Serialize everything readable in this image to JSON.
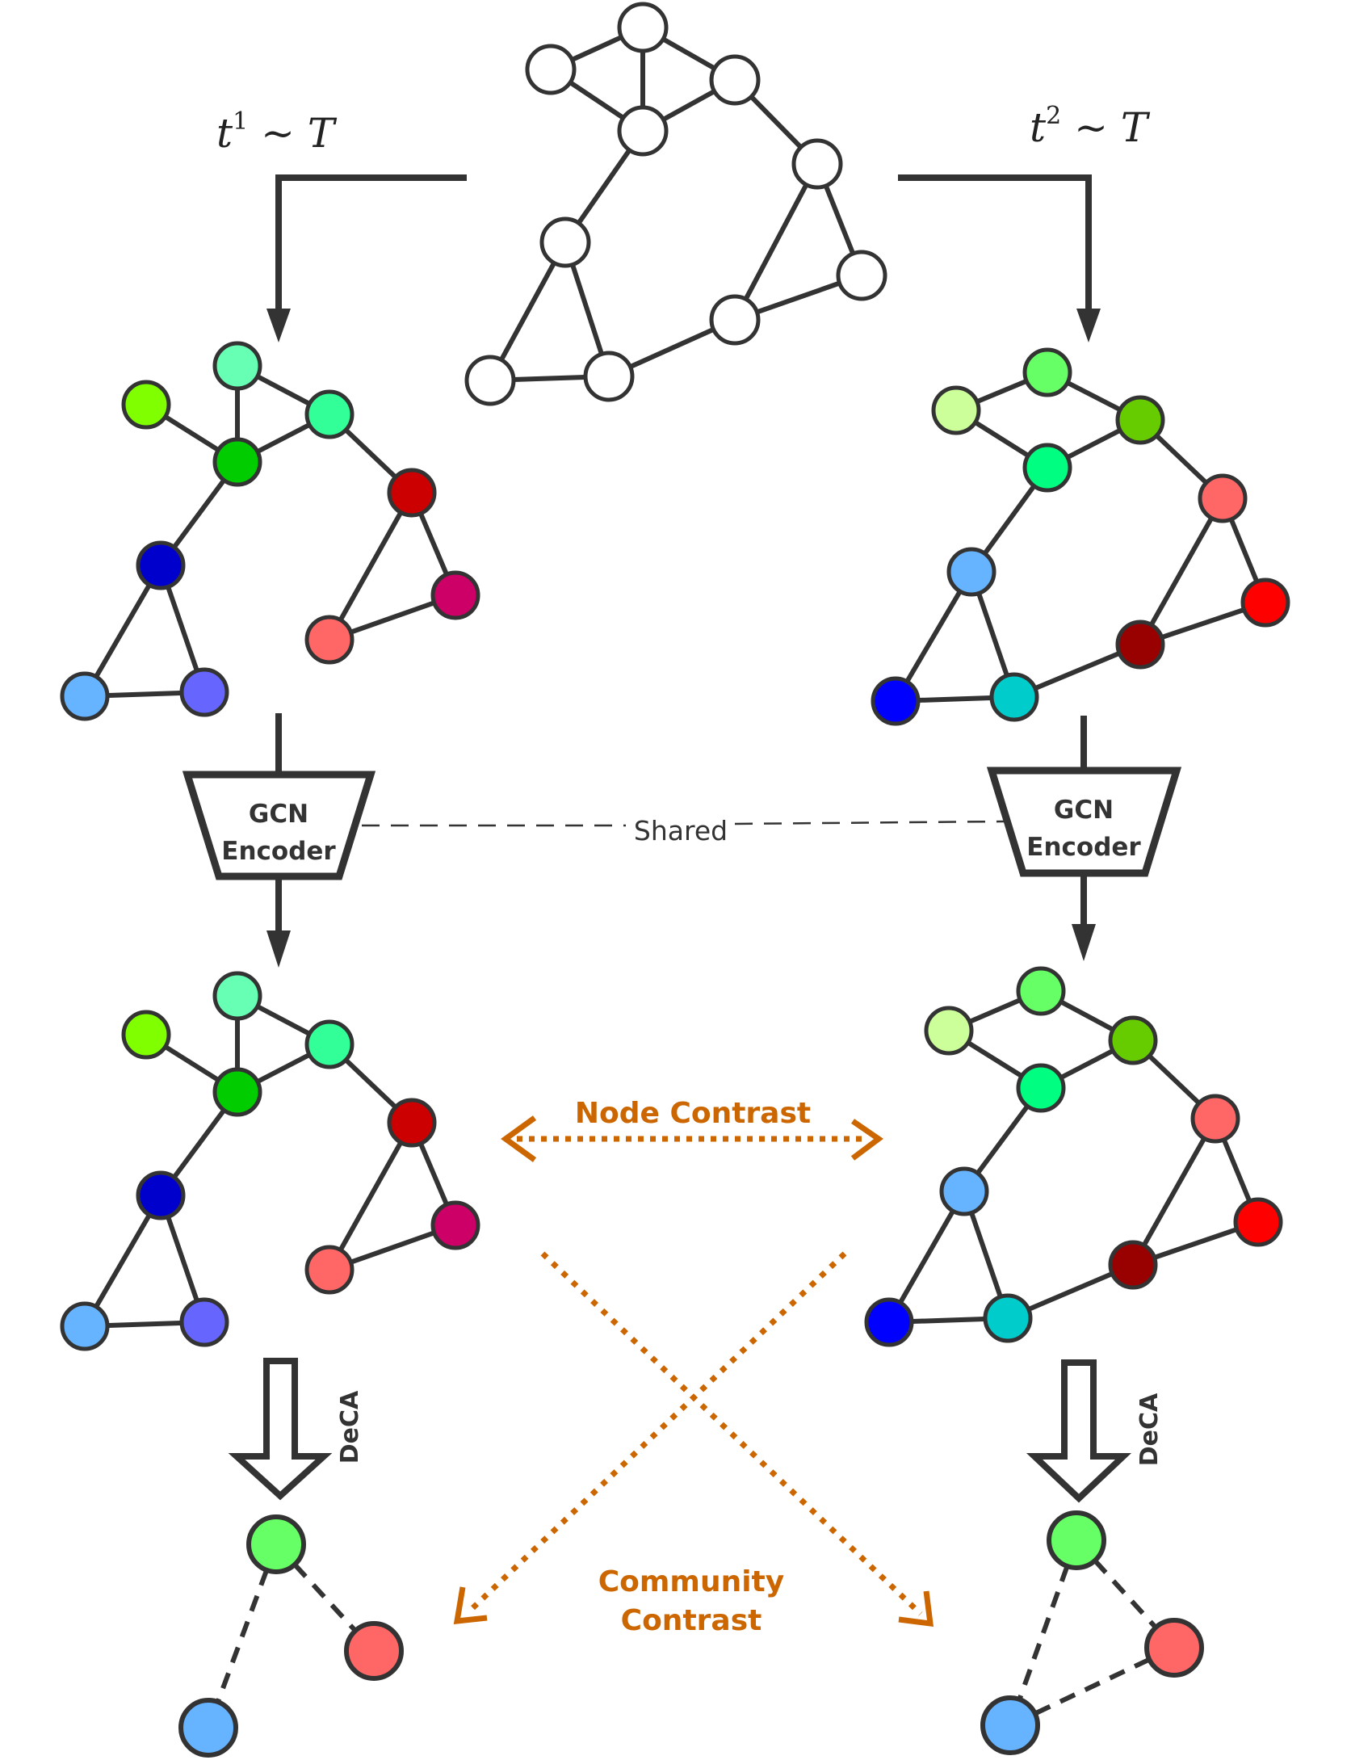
{
  "colors": {
    "stroke": "#333333",
    "contrast": "#CC6600",
    "blank_node": "#FFFFFF"
  },
  "labels": {
    "aug1": {
      "base": "t",
      "sup": "1",
      "rest": " ~ T"
    },
    "aug2": {
      "base": "t",
      "sup": "2",
      "rest": " ~ T"
    },
    "encoder_line1": "GCN",
    "encoder_line2": "Encoder",
    "shared": "Shared",
    "node_contrast": "Node Contrast",
    "community_contrast_line1": "Community",
    "community_contrast_line2": "Contrast",
    "deca": "DeCA"
  },
  "graphs": {
    "original": {
      "nodes": [
        {
          "id": "a",
          "color": "#FFFFFF"
        },
        {
          "id": "b",
          "color": "#FFFFFF"
        },
        {
          "id": "c",
          "color": "#FFFFFF"
        },
        {
          "id": "d",
          "color": "#FFFFFF"
        },
        {
          "id": "e",
          "color": "#FFFFFF"
        },
        {
          "id": "f",
          "color": "#FFFFFF"
        },
        {
          "id": "g",
          "color": "#FFFFFF"
        },
        {
          "id": "h",
          "color": "#FFFFFF"
        },
        {
          "id": "i",
          "color": "#FFFFFF"
        },
        {
          "id": "j",
          "color": "#FFFFFF"
        }
      ],
      "edges": [
        [
          "a",
          "b"
        ],
        [
          "a",
          "c"
        ],
        [
          "a",
          "d"
        ],
        [
          "b",
          "d"
        ],
        [
          "c",
          "d"
        ],
        [
          "c",
          "e"
        ],
        [
          "d",
          "f"
        ],
        [
          "e",
          "g"
        ],
        [
          "e",
          "h"
        ],
        [
          "g",
          "h"
        ],
        [
          "f",
          "i"
        ],
        [
          "f",
          "j"
        ],
        [
          "i",
          "j"
        ],
        [
          "j",
          "h"
        ]
      ]
    },
    "view1": {
      "nodes": [
        {
          "id": "a",
          "color": "#66FFB3"
        },
        {
          "id": "b",
          "color": "#80FF00"
        },
        {
          "id": "c",
          "color": "#33FF99"
        },
        {
          "id": "d",
          "color": "#00CC00"
        },
        {
          "id": "e",
          "color": "#CC0000"
        },
        {
          "id": "f",
          "color": "#0000CC"
        },
        {
          "id": "g",
          "color": "#CC0066"
        },
        {
          "id": "h",
          "color": "#FF6666"
        },
        {
          "id": "i",
          "color": "#66B3FF"
        },
        {
          "id": "j",
          "color": "#6666FF"
        }
      ],
      "edges": [
        [
          "a",
          "c"
        ],
        [
          "a",
          "d"
        ],
        [
          "b",
          "d"
        ],
        [
          "c",
          "d"
        ],
        [
          "c",
          "e"
        ],
        [
          "d",
          "f"
        ],
        [
          "e",
          "g"
        ],
        [
          "e",
          "h"
        ],
        [
          "g",
          "h"
        ],
        [
          "f",
          "i"
        ],
        [
          "f",
          "j"
        ],
        [
          "i",
          "j"
        ]
      ]
    },
    "view2": {
      "nodes": [
        {
          "id": "a",
          "color": "#66FF66"
        },
        {
          "id": "b",
          "color": "#CCFF99"
        },
        {
          "id": "c",
          "color": "#66CC00"
        },
        {
          "id": "d",
          "color": "#00FF80"
        },
        {
          "id": "e",
          "color": "#FF6666"
        },
        {
          "id": "f",
          "color": "#66B3FF"
        },
        {
          "id": "g",
          "color": "#FF0000"
        },
        {
          "id": "h",
          "color": "#990000"
        },
        {
          "id": "i",
          "color": "#0000FF"
        },
        {
          "id": "j",
          "color": "#00CCCC"
        }
      ],
      "edges": [
        [
          "a",
          "b"
        ],
        [
          "a",
          "c"
        ],
        [
          "b",
          "d"
        ],
        [
          "c",
          "d"
        ],
        [
          "c",
          "e"
        ],
        [
          "d",
          "f"
        ],
        [
          "e",
          "g"
        ],
        [
          "e",
          "h"
        ],
        [
          "g",
          "h"
        ],
        [
          "f",
          "i"
        ],
        [
          "f",
          "j"
        ],
        [
          "i",
          "j"
        ],
        [
          "j",
          "h"
        ]
      ]
    },
    "community1": {
      "nodes": [
        {
          "id": "green",
          "color": "#66FF66"
        },
        {
          "id": "red",
          "color": "#FF6666"
        },
        {
          "id": "blue",
          "color": "#66B3FF"
        }
      ],
      "edges": [
        [
          "green",
          "red"
        ],
        [
          "green",
          "blue"
        ]
      ]
    },
    "community2": {
      "nodes": [
        {
          "id": "green",
          "color": "#66FF66"
        },
        {
          "id": "red",
          "color": "#FF6666"
        },
        {
          "id": "blue",
          "color": "#66B3FF"
        }
      ],
      "edges": [
        [
          "green",
          "red"
        ],
        [
          "green",
          "blue"
        ],
        [
          "red",
          "blue"
        ]
      ]
    }
  }
}
